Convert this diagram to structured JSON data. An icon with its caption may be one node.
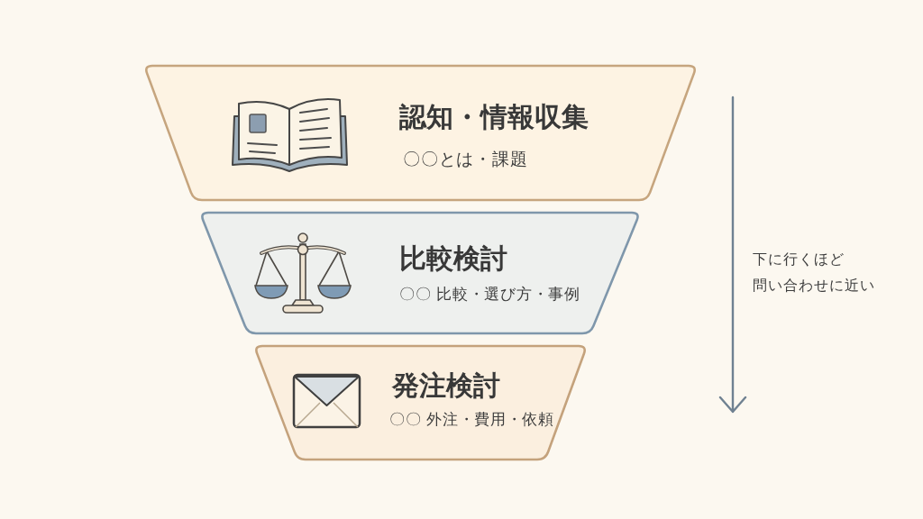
{
  "diagram": {
    "nodes": [
      {
        "text": [
          "認知・情報収集",
          "〇〇とは・課題"
        ]
      },
      {
        "text": [
          "比較検討",
          "〇〇 比較・選び方・事例"
        ]
      },
      {
        "text": [
          "発注検討",
          "〇〇 外注・費用・依頼"
        ]
      }
    ],
    "labels": [
      "下に行くほど問い合わせに近い"
    ]
  }
}
